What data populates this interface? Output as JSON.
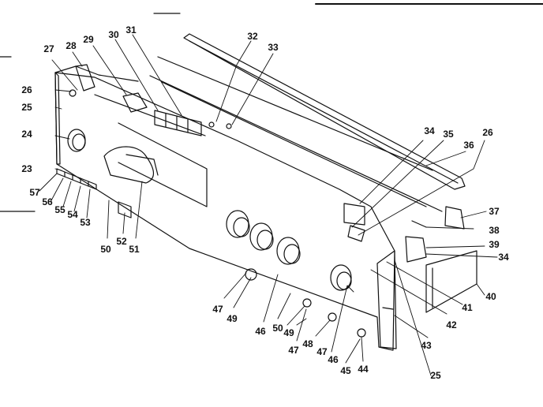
{
  "diagram": {
    "ink_color": "#111111",
    "background": "#ffffff",
    "labels": {
      "p23": "23",
      "p24": "24",
      "p25a": "25",
      "p25b": "25",
      "p26a": "26",
      "p26b": "26",
      "p27": "27",
      "p28": "28",
      "p29": "29",
      "p30": "30",
      "p31": "31",
      "p32": "32",
      "p33": "33",
      "p34a": "34",
      "p34b": "34",
      "p35": "35",
      "p36": "36",
      "p37": "37",
      "p38": "38",
      "p39": "39",
      "p40": "40",
      "p41": "41",
      "p42": "42",
      "p43": "43",
      "p44": "44",
      "p45": "45",
      "p46a": "46",
      "p46b": "46",
      "p47a": "47",
      "p47b": "47",
      "p47c": "47",
      "p48": "48",
      "p49a": "49",
      "p49b": "49",
      "p50a": "50",
      "p50b": "50",
      "p51": "51",
      "p52": "52",
      "p53": "53",
      "p54": "54",
      "p55": "55",
      "p56": "56",
      "p57": "57"
    }
  }
}
